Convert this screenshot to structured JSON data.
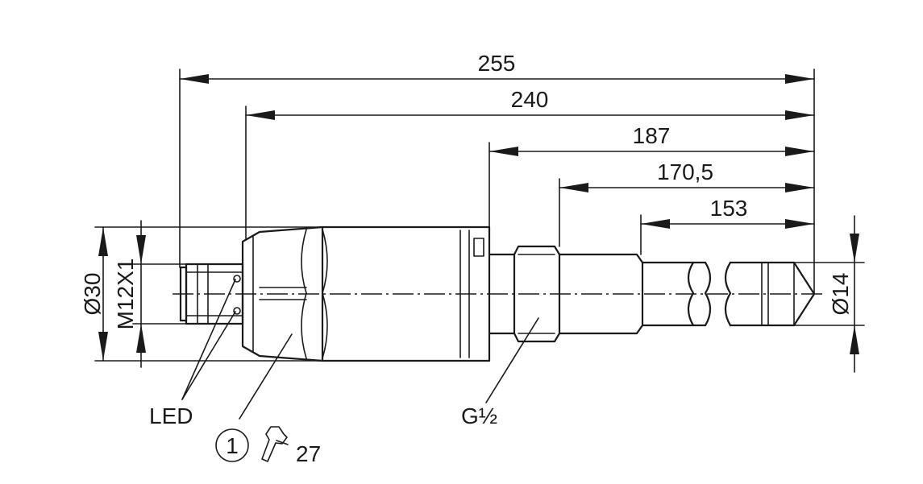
{
  "dimensions": {
    "overall_length": "255",
    "length_from_nut": "240",
    "length_from_body_end": "187",
    "length_from_thread_end": "170,5",
    "probe_length": "153"
  },
  "diameters": {
    "housing": "Ø30",
    "connector": "M12X1",
    "probe": "Ø14"
  },
  "labels": {
    "led": "LED",
    "process_thread": "G½",
    "item_number": "1",
    "wrench_size": "27"
  }
}
